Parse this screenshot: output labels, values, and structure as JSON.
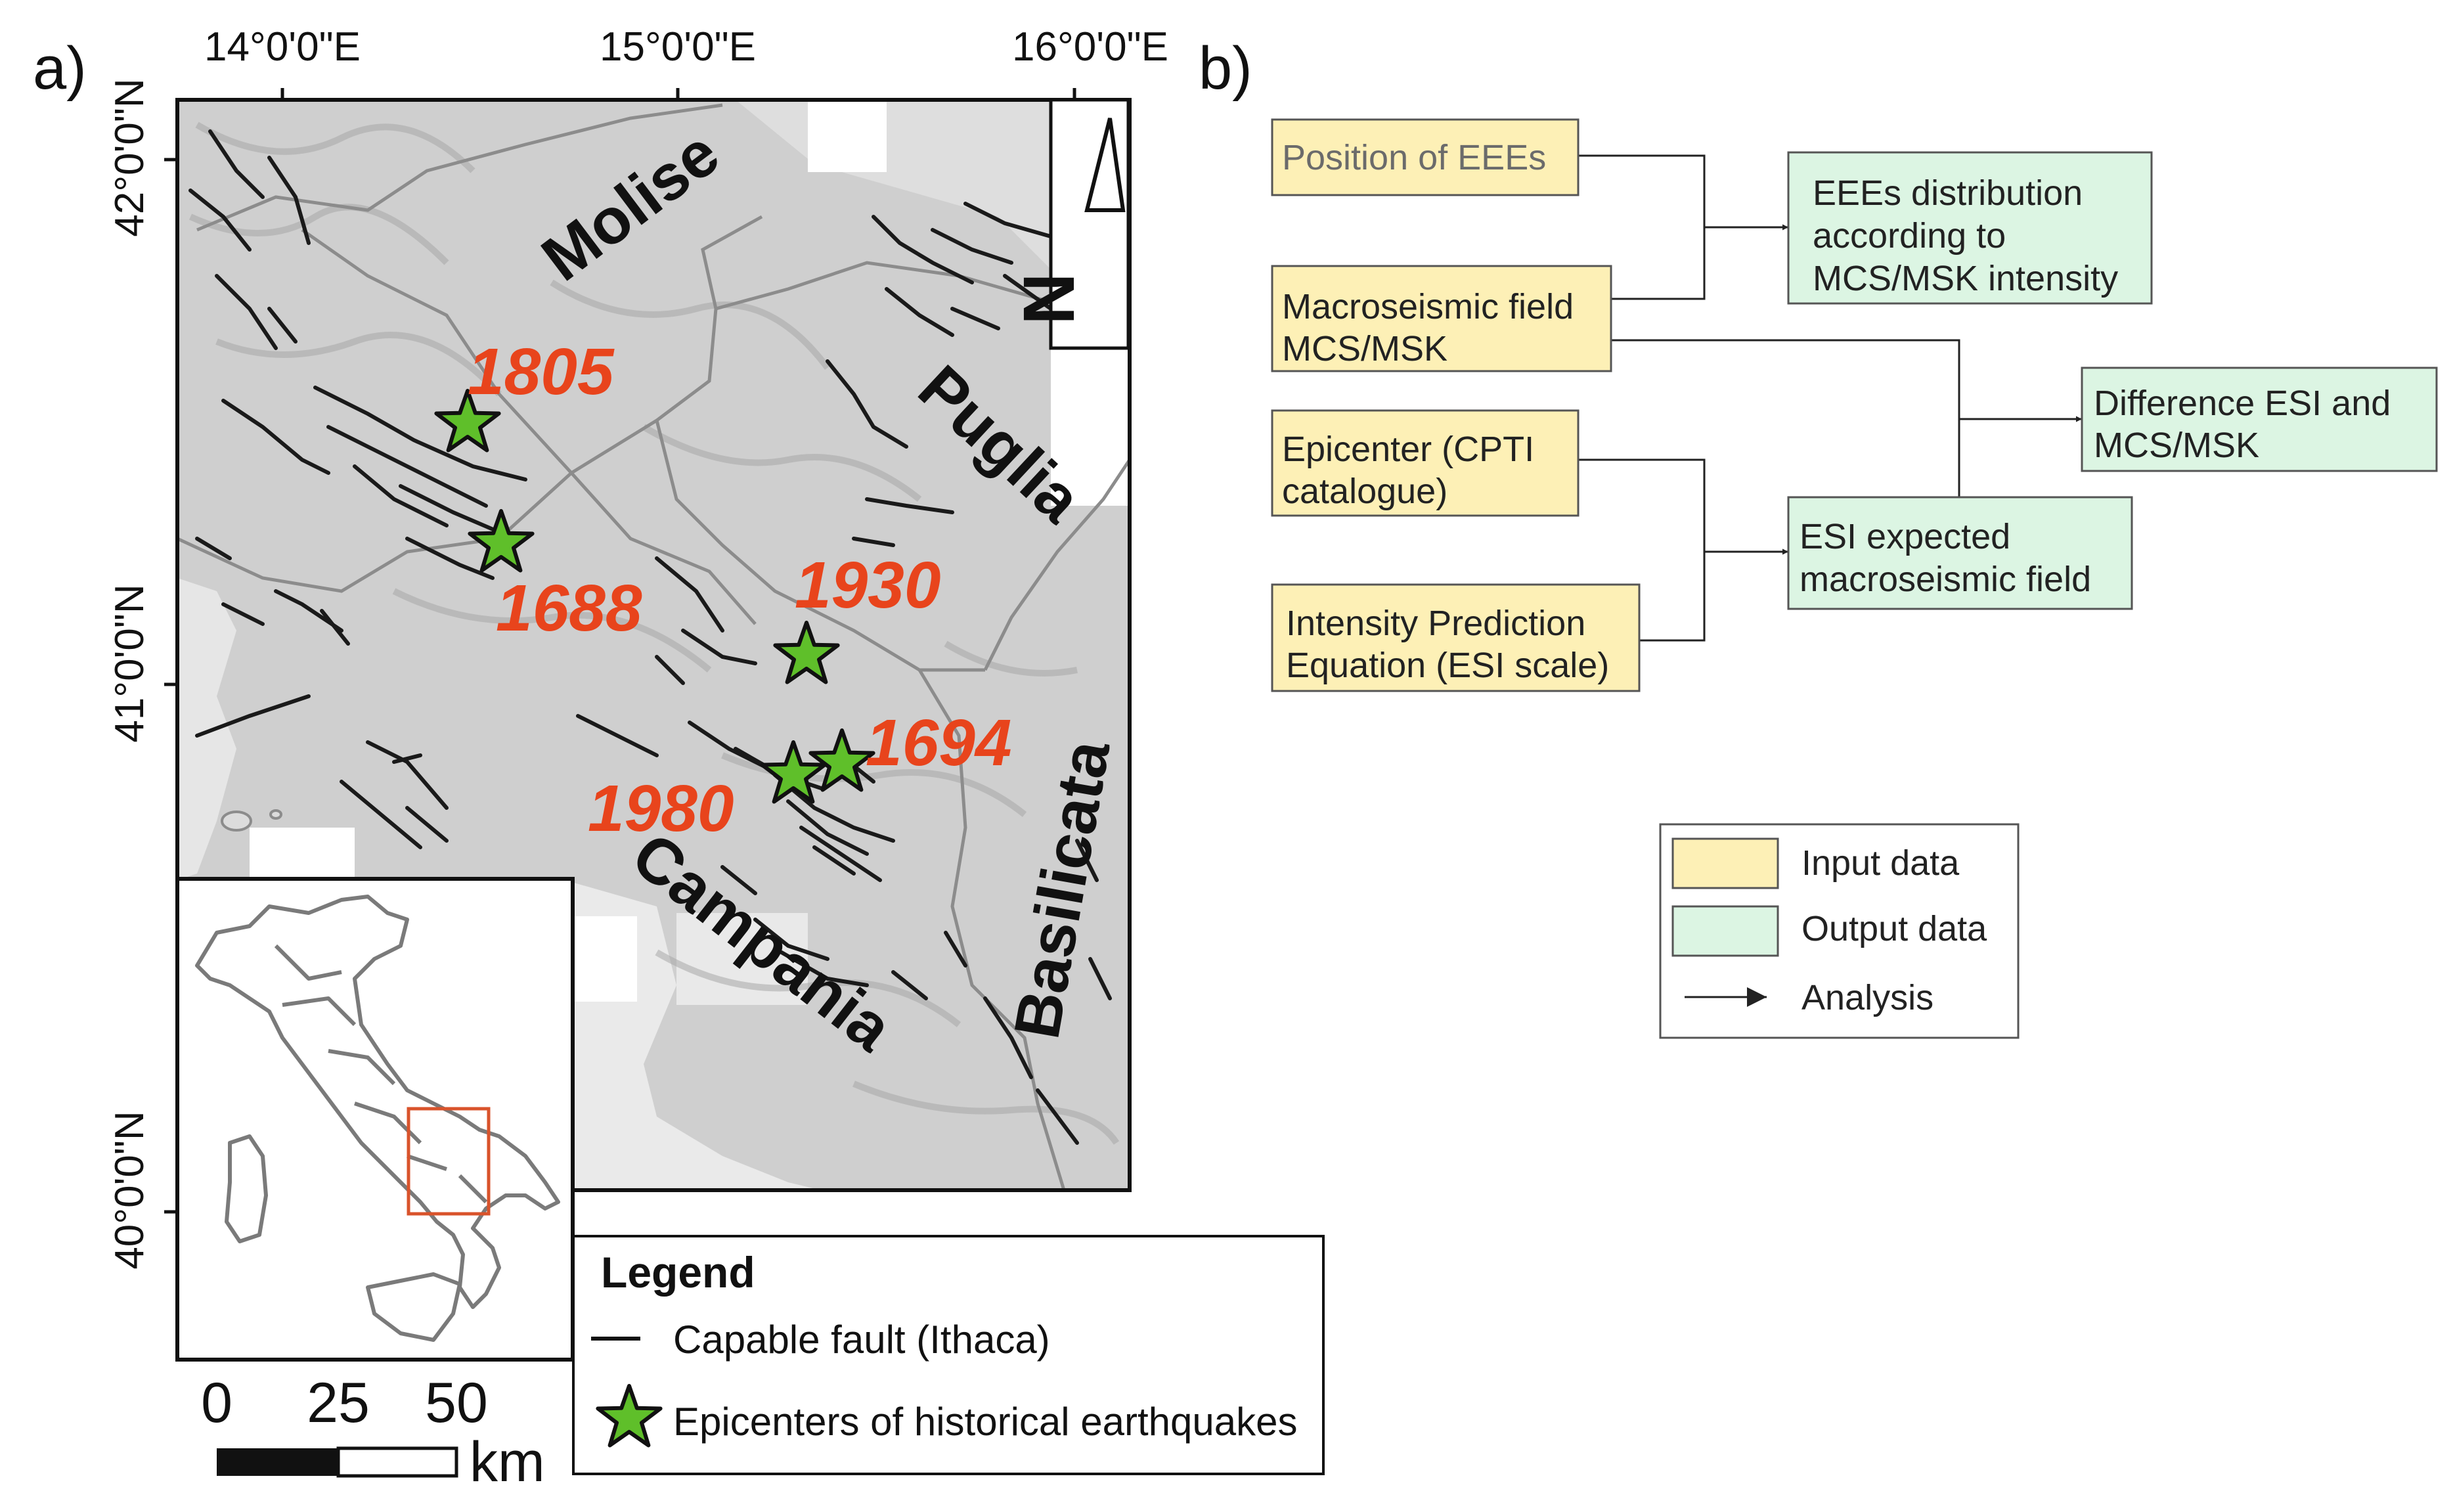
{
  "panel_a": {
    "label": "a)",
    "lon_ticks": [
      "14°0'0\"E",
      "15°0'0\"E",
      "16°0'0\"E"
    ],
    "lat_ticks": [
      "42°0'0\"N",
      "41°0'0\"N",
      "40°0'0\"N"
    ],
    "regions": [
      "Molise",
      "Puglia",
      "Campania",
      "Basilicata"
    ],
    "earthquakes": [
      {
        "year": "1805"
      },
      {
        "year": "1688"
      },
      {
        "year": "1930"
      },
      {
        "year": "1694"
      },
      {
        "year": "1980"
      }
    ],
    "north_arrow": "N",
    "scale_bar": {
      "labels": [
        "0",
        "25",
        "50"
      ],
      "unit": "km"
    },
    "legend": {
      "title": "Legend",
      "fault_label": "Capable fault (Ithaca)",
      "epicenter_label": "Epicenters of historical earthquakes"
    },
    "colors": {
      "star_fill": "#5fbf2a",
      "year_label": "#e8441c",
      "inset_box": "#d9532b"
    }
  },
  "panel_b": {
    "label": "b)",
    "boxes": {
      "position_eees": "Position of EEEs",
      "macroseismic_l1": "Macroseismic field",
      "macroseismic_l2": "MCS/MSK",
      "epicenter_l1": "Epicenter (CPTI",
      "epicenter_l2": "catalogue)",
      "ipe_l1": "Intensity Prediction",
      "ipe_l2": "Equation (ESI scale)",
      "distribution_l1": "EEEs distribution",
      "distribution_l2": "according to",
      "distribution_l3": "MCS/MSK intensity",
      "difference_l1": "Difference ESI and",
      "difference_l2": "MCS/MSK",
      "esi_l1": "ESI expected",
      "esi_l2": "macroseismic field"
    },
    "legend": {
      "input": "Input data",
      "output": "Output data",
      "analysis": "Analysis"
    },
    "colors": {
      "input_fill": "#fdf0b6",
      "output_fill": "#dcf5e3"
    }
  }
}
